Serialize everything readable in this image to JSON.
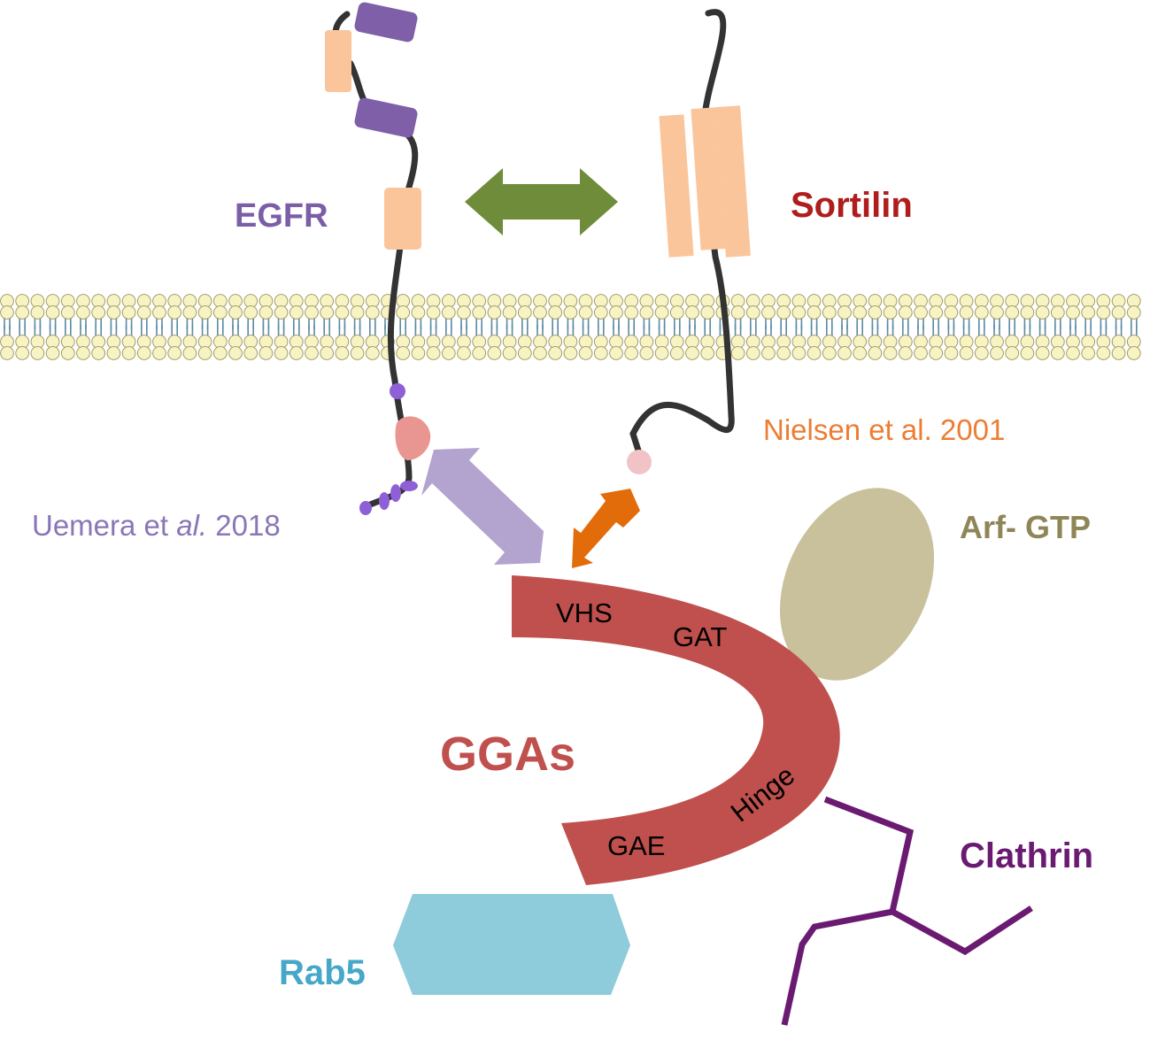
{
  "labels": {
    "egfr": "EGFR",
    "sortilin": "Sortilin",
    "ggas": "GGAs",
    "arf_gtp": "Arf- GTP",
    "clathrin": "Clathrin",
    "rab5": "Rab5",
    "vhs": "VHS",
    "gat": "GAT",
    "hinge": "Hinge",
    "gae": "GAE"
  },
  "citations": {
    "nielsen": "Nielsen et al. 2001",
    "uemera_prefix": "Uemera et ",
    "uemera_italic": "al.",
    "uemera_year": " 2018"
  },
  "colors": {
    "egfr_label": "#7b5ea7",
    "sortilin_label": "#b01d1d",
    "ggas_body": "#c0504d",
    "ggas_label": "#c0504d",
    "arf_gtp": "#c8c19b",
    "arf_gtp_label": "#8f8658",
    "clathrin": "#6b1a72",
    "rab5": "#8ecbdb",
    "rab5_label": "#46a8c8",
    "nielsen_label": "#ec7d33",
    "uemera_label": "#8a76b6",
    "green_arrow": "#6e8c3a",
    "lavender_arrow": "#b3a3cf",
    "orange_arrow": "#e36c0a",
    "peach_domain": "#fbc59c",
    "purple_domain": "#7e5fa8",
    "membrane_head": "#f7f3c2",
    "membrane_tail": "#5d8ba3"
  }
}
